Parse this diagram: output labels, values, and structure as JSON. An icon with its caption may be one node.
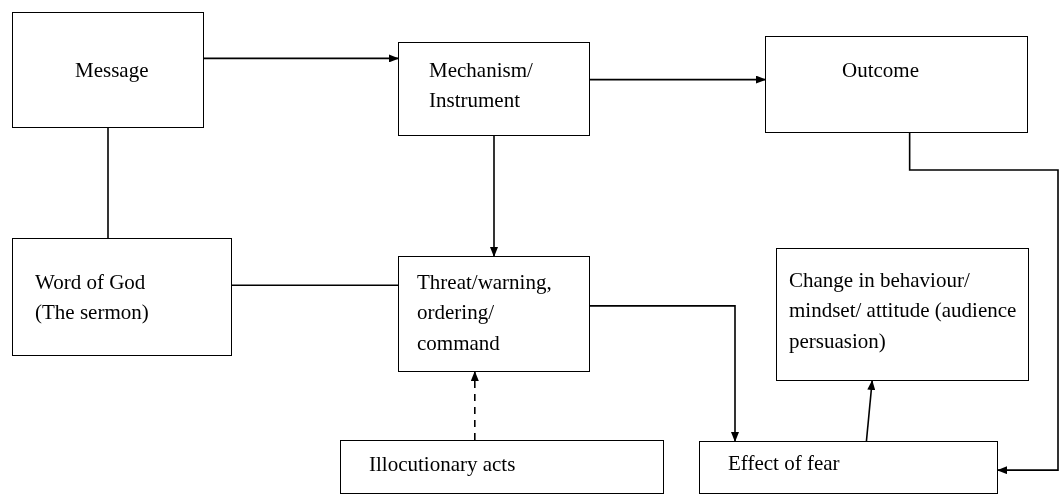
{
  "diagram": {
    "nodes": [
      {
        "text": [
          "Message"
        ]
      },
      {
        "text": [
          "Mechanism/ Instrument"
        ]
      },
      {
        "text": [
          "Outcome"
        ]
      },
      {
        "text": [
          "Word of God (The sermon)"
        ]
      },
      {
        "text": [
          "Threat/warning, ordering/ command"
        ]
      },
      {
        "text": [
          "Change in behaviour/ mindset/ attitude (audience persuasion)"
        ]
      },
      {
        "text": [
          "Illocutionary acts"
        ]
      },
      {
        "text": [
          "Effect of fear"
        ]
      }
    ],
    "edges": [
      {
        "from": 0,
        "to": 1,
        "arrow": "to"
      },
      {
        "from": 1,
        "to": 2,
        "arrow": "to"
      },
      {
        "from": 0,
        "to": 3,
        "arrow": "none"
      },
      {
        "from": 1,
        "to": 4,
        "arrow": "to"
      },
      {
        "from": 3,
        "to": 4,
        "arrow": "none"
      },
      {
        "from": 4,
        "to": 7,
        "arrow": "to"
      },
      {
        "from": 6,
        "to": 4,
        "arrow": "to",
        "style": "dashed"
      },
      {
        "from": 7,
        "to": 5,
        "arrow": "to"
      },
      {
        "from": 2,
        "to": 7,
        "arrow": "to"
      }
    ]
  }
}
